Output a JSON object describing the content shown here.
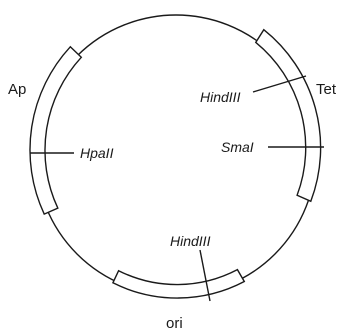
{
  "plasmid": {
    "genes": [
      {
        "id": "ap",
        "label": "Ap"
      },
      {
        "id": "tet",
        "label": "Tet"
      },
      {
        "id": "ori",
        "label": "ori"
      }
    ],
    "sites": [
      {
        "id": "hindiii-top",
        "label": "HindIII"
      },
      {
        "id": "smai",
        "label": "SmaI"
      },
      {
        "id": "hpaii",
        "label": "HpaII"
      },
      {
        "id": "hindiii-bottom",
        "label": "HindIII"
      }
    ]
  },
  "colors": {
    "stroke": "#1a1a1a",
    "background": "#ffffff"
  }
}
